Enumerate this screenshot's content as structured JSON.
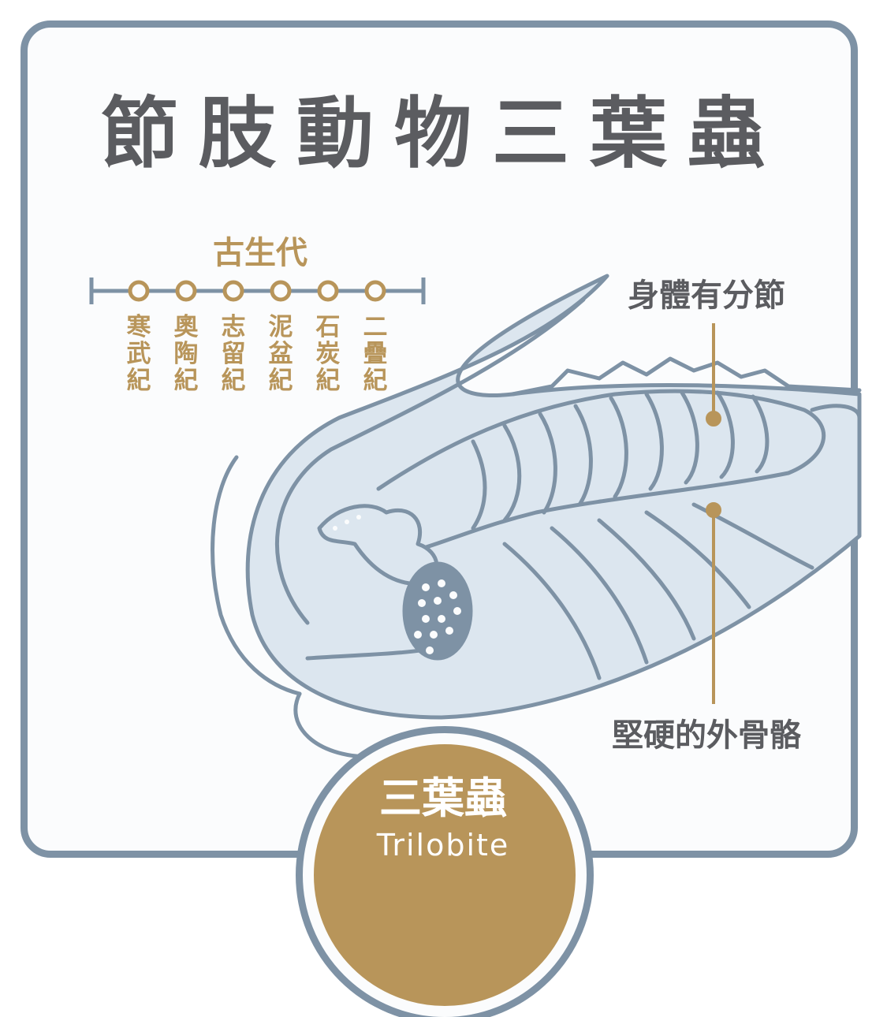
{
  "title": "節肢動物三葉蟲",
  "timeline": {
    "era": "古生代",
    "periods": [
      "寒武紀",
      "奧陶紀",
      "志留紀",
      "泥盆紀",
      "石炭紀",
      "二疊紀"
    ]
  },
  "annotations": {
    "segmented_body": "身體有分節",
    "exoskeleton": "堅硬的外骨骼"
  },
  "badge": {
    "name_zh": "三葉蟲",
    "name_en": "Trilobite"
  },
  "colors": {
    "frame": "#7e92a5",
    "accent": "#b8955a",
    "body": "#dce6ef",
    "title": "#5b5c60"
  }
}
